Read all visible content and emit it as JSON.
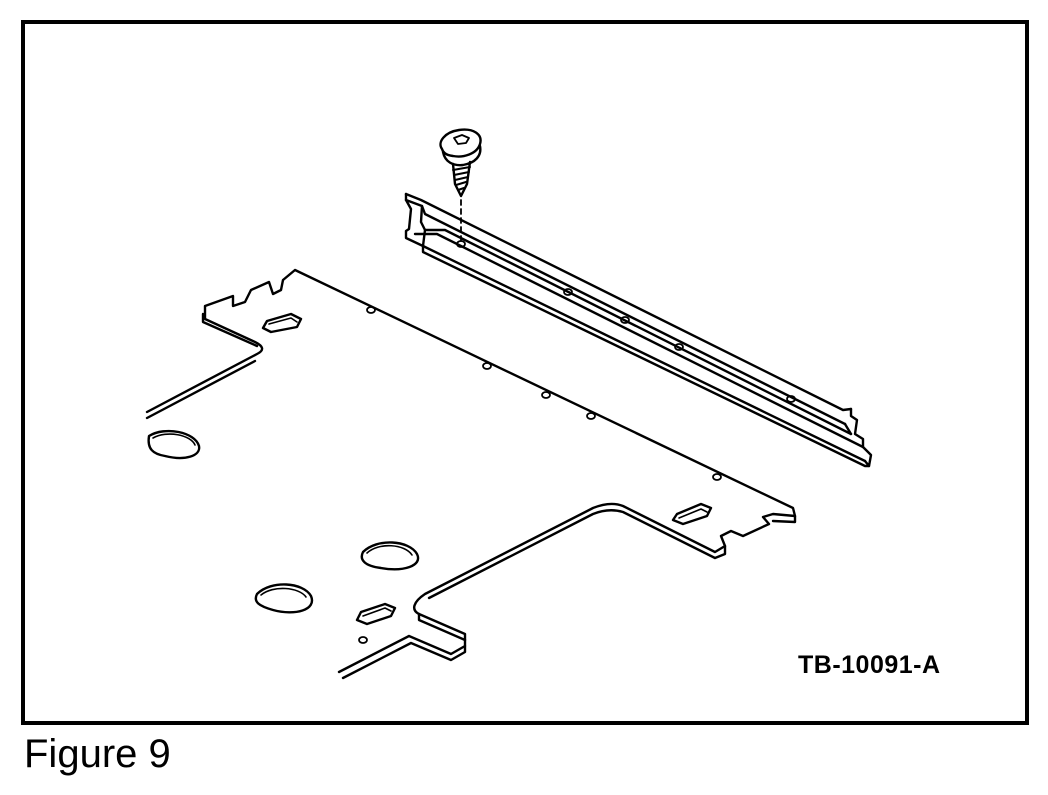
{
  "figure": {
    "drawing_number": "TB-10091-A",
    "caption": "Figure 9"
  },
  "colors": {
    "ink": "#000000",
    "paper": "#ffffff"
  },
  "parts": [
    {
      "name": "screw",
      "icon": "screw-icon"
    },
    {
      "name": "trim strip",
      "icon": "trim-strip-icon"
    },
    {
      "name": "panel",
      "icon": "panel-icon"
    }
  ]
}
